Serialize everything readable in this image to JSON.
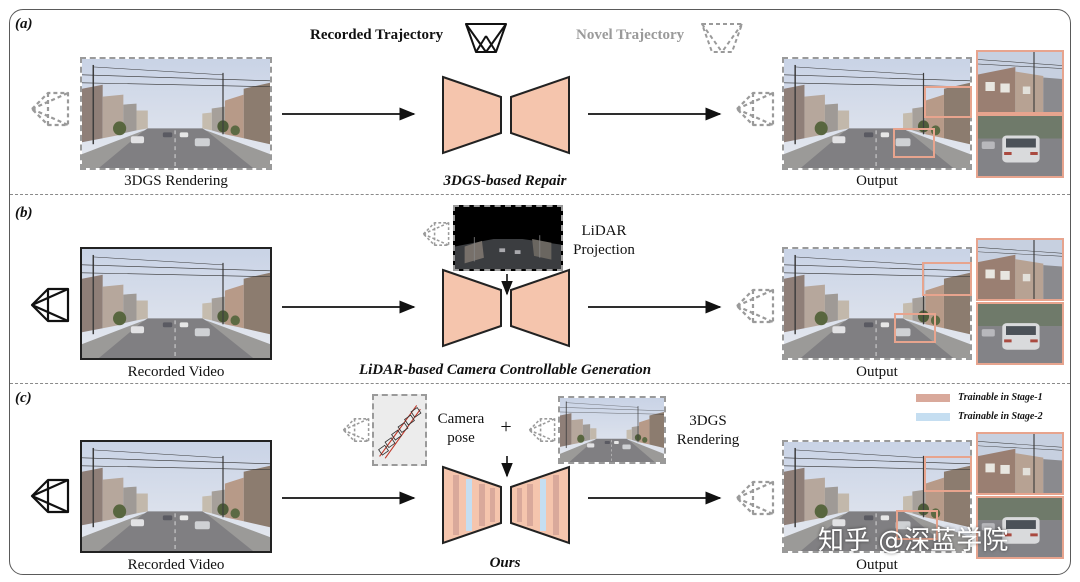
{
  "colors": {
    "network_fill": "#f5c5ad",
    "network_stroke": "#222222",
    "highlight": "#e7a48e",
    "stage1": "#d9a99b",
    "stage2": "#c5def1",
    "camera_dashed": "#9a9a9a",
    "arrow": "#111111"
  },
  "panel_a": {
    "label": "(a)",
    "recorded_trajectory": "Recorded Trajectory",
    "novel_trajectory": "Novel Trajectory",
    "input_caption": "3DGS Rendering",
    "method_caption": "3DGS-based Repair",
    "output_caption": "Output",
    "camera_icon": "camera-frustum-dashed-icon"
  },
  "panel_b": {
    "label": "(b)",
    "input_caption": "Recorded Video",
    "condition_label": "LiDAR\nProjection",
    "method_caption": "LiDAR-based Camera Controllable Generation",
    "output_caption": "Output",
    "camera_icon": "camera-frustum-solid-icon"
  },
  "panel_c": {
    "label": "(c)",
    "input_caption": "Recorded Video",
    "pose_label": "Camera\npose",
    "plus": "+",
    "render_label": "3DGS\nRendering",
    "method_caption": "Ours",
    "output_caption": "Output",
    "camera_icon": "camera-frustum-solid-icon"
  },
  "legend": [
    {
      "label": "Trainable in Stage-1",
      "color": "#d9a99b"
    },
    {
      "label": "Trainable in Stage-2",
      "color": "#c5def1"
    }
  ],
  "watermark": "知乎 @深蓝学院"
}
